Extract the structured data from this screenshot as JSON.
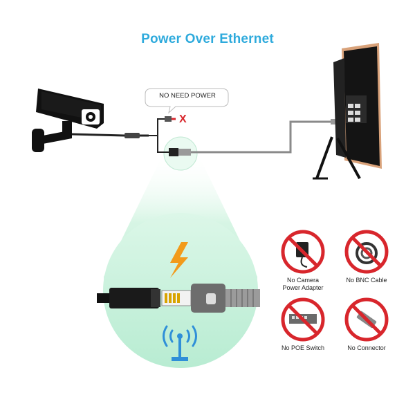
{
  "title": "Power Over Ethernet",
  "bubble_text": "NO NEED POWER",
  "cross_mark": "X",
  "no_items": [
    {
      "label_line1": "No Camera",
      "label_line2": "Power Adapter"
    },
    {
      "label_line1": "No BNC Cable",
      "label_line2": ""
    },
    {
      "label_line1": "No POE Switch",
      "label_line2": ""
    },
    {
      "label_line1": "No Connector",
      "label_line2": ""
    }
  ],
  "colors": {
    "title": "#2eaadc",
    "prohibit_red": "#d8262c",
    "zoom_fill": "#c9f1dc",
    "bolt": "#f29a1a",
    "wifi": "#2f8fd8",
    "cable_gray": "#8a8a8a",
    "monitor_frame": "#d9a27a"
  }
}
